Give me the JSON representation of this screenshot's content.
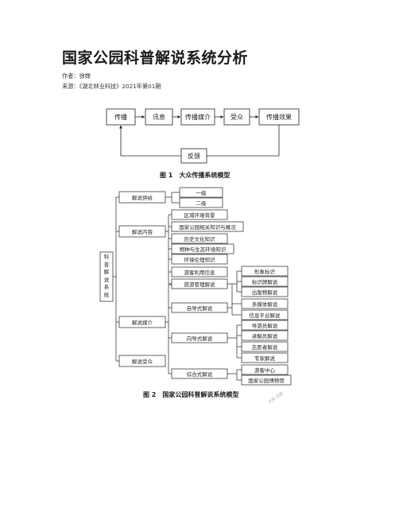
{
  "doc": {
    "title": "国家公园科普解说系统分析",
    "author": "作者：徐婵",
    "source": "来源：《湖北林业科技》2021年第01期"
  },
  "figure1": {
    "caption": "图 1　大众传播系统模型",
    "nodes": [
      "传播",
      "讯息",
      "传播媒介",
      "受众",
      "传播效果"
    ],
    "feedback": "反馈"
  },
  "figure2": {
    "caption": "图 2　国家公园科普解说系统模型",
    "root": "科普解说系统",
    "l1": [
      "解说供给",
      "解说内容",
      "解说媒介",
      "解说受众"
    ],
    "supply": [
      "一级",
      "二级"
    ],
    "content": [
      "区域环境背景",
      "国家公园相关知识与概况",
      "历史文化知识",
      "物种与生态环境知识",
      "环境伦理知识",
      "游客利用信息",
      "旅游管理解说"
    ],
    "media": [
      "自导式解说",
      "向导式解说",
      "综合式解说"
    ],
    "self_guided": [
      "形象标识",
      "标识牌解说",
      "出版物解说",
      "多媒体解说",
      "信息平台解说"
    ],
    "guided": [
      "导游员解说",
      "讲解员解说",
      "志愿者解说",
      "专家解说"
    ],
    "combined": [
      "游客中心",
      "国家公园博物馆"
    ]
  },
  "watermark": "文库·百度"
}
